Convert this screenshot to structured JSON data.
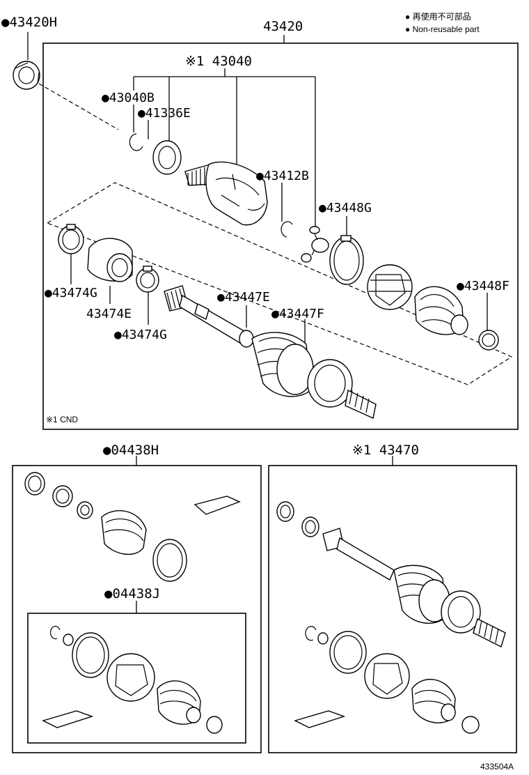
{
  "legend": {
    "items": [
      "● 再使用不可部品",
      "● Non-reusable part"
    ]
  },
  "labels": {
    "p43420H": "●43420H",
    "p43420": "43420",
    "p43040": "※1 43040",
    "p43040B": "●43040B",
    "p41336E": "●41336E",
    "p43412B": "●43412B",
    "p43448G": "●43448G",
    "p43448F": "●43448F",
    "p43474G_top": "●43474G",
    "p43474E": "43474E",
    "p43474G_bot": "●43474G",
    "p43447E": "●43447E",
    "p43447F": "●43447F",
    "note_cnd": "※1 CND",
    "p04438H": "●04438H",
    "p04438J": "●04438J",
    "p43470": "※1 43470",
    "figure_id": "433504A"
  }
}
